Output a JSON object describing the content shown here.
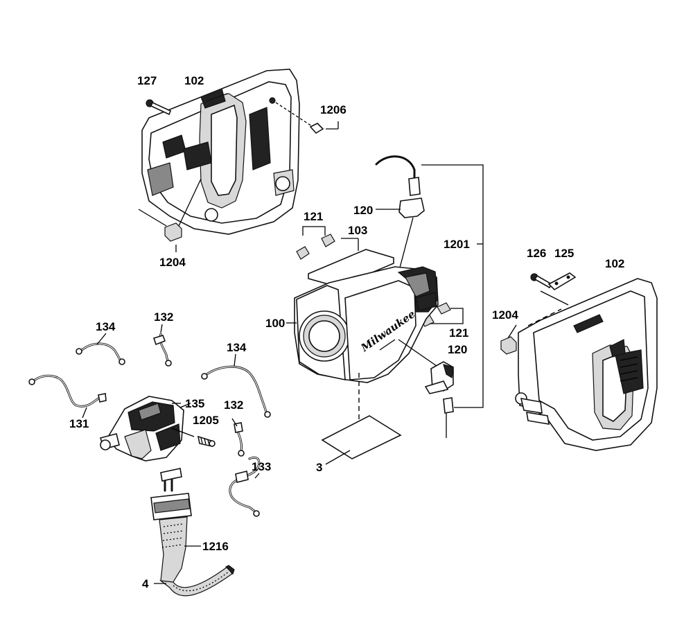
{
  "labels": {
    "l127": "127",
    "l102_left": "102",
    "l1206": "1206",
    "l1204_left": "1204",
    "l121_top": "121",
    "l120_top": "120",
    "l103": "103",
    "l1201": "1201",
    "l126": "126",
    "l125": "125",
    "l102_right": "102",
    "l1204_right": "1204",
    "l100": "100",
    "l121_right": "121",
    "l120_right": "120",
    "l132_top": "132",
    "l134_left": "134",
    "l134_mid": "134",
    "l131": "131",
    "l135": "135",
    "l132_mid": "132",
    "l1205": "1205",
    "l133": "133",
    "l3": "3",
    "l1216": "1216",
    "l4": "4"
  },
  "brand_text": "Milwaukee"
}
